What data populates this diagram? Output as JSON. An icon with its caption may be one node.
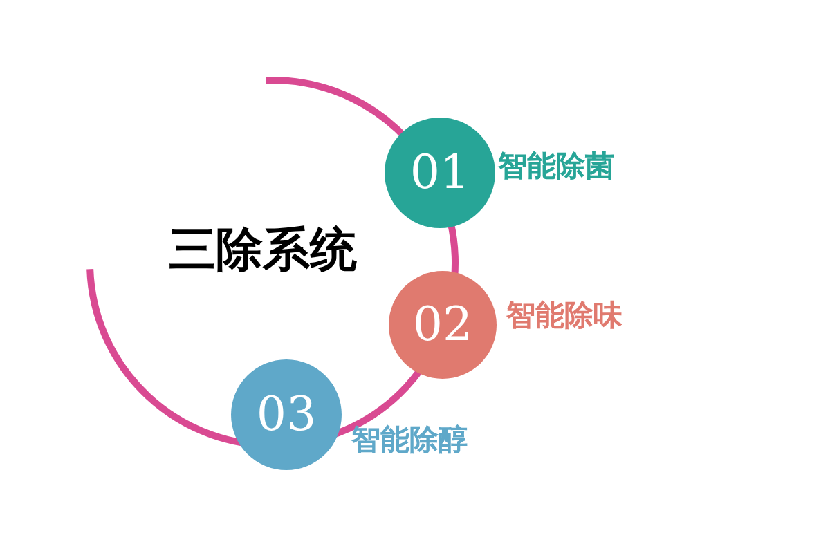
{
  "diagram": {
    "title": "三除系统",
    "nodes": [
      {
        "text": [
          "01"
        ],
        "beside": [
          "智能除菌"
        ]
      },
      {
        "text": [
          "02"
        ],
        "beside": [
          "智能除味"
        ]
      },
      {
        "text": [
          "03"
        ],
        "beside": [
          "智能除醇"
        ]
      }
    ]
  }
}
